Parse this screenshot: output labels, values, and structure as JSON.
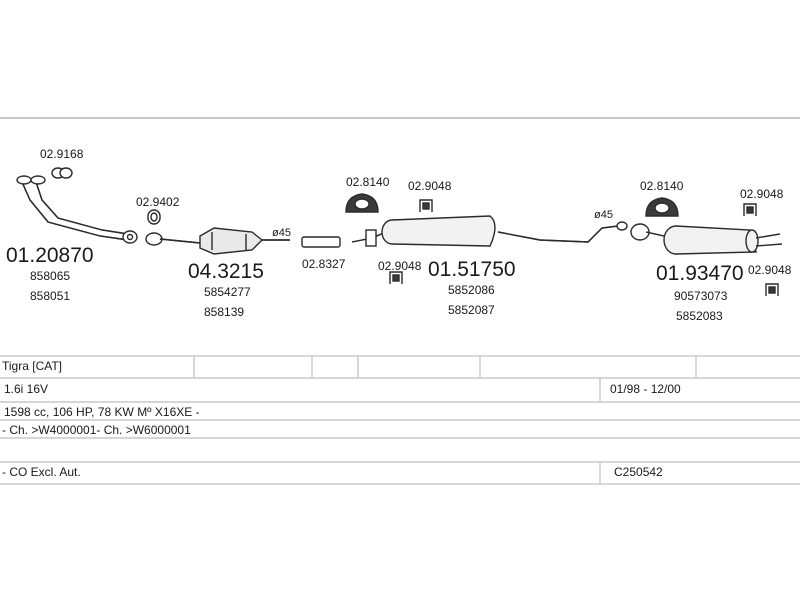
{
  "parts": {
    "downpipe": {
      "clamp_code": "02.9168",
      "main": "01.20870",
      "oe1": "858065",
      "oe2": "858051"
    },
    "catalyst": {
      "gasket_code": "02.9402",
      "main": "04.3215",
      "oe1": "5854277",
      "oe2": "858139",
      "diameter": "ø45",
      "connector_code": "02.8327"
    },
    "middle": {
      "hanger_code": "02.8140",
      "rubber_code": "02.9048",
      "rubber_code2": "02.9048",
      "main": "01.51750",
      "oe1": "5852086",
      "oe2": "5852087",
      "diameter": "ø45"
    },
    "rear": {
      "hanger_code": "02.8140",
      "rubber_code": "02.9048",
      "rubber_code2": "02.9048",
      "main": "01.93470",
      "oe1": "90573073",
      "oe2": "5852083"
    }
  },
  "specs": {
    "model": "Tigra  [CAT]",
    "engine": "1.6i 16V",
    "date_range": "01/98 - 12/00",
    "engine_detail": "1598 cc, 106 HP, 78 KW Mº X16XE -",
    "chassis": "- Ch. >W4000001- Ch. >W6000001",
    "note": "- CO Excl. Aut.",
    "ref_code": "C250542"
  },
  "colors": {
    "ink": "#1a1a1a",
    "line": "#c8c8c8",
    "part_fill": "#f2f2f2",
    "dark_fill": "#3a3a3a"
  }
}
